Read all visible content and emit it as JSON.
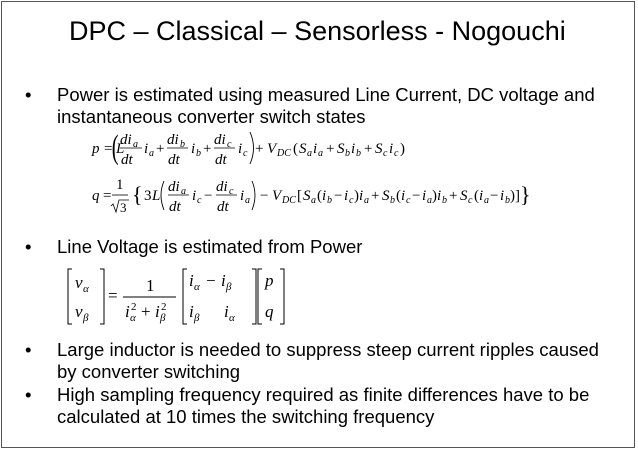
{
  "slide": {
    "title": "DPC – Classical – Sensorless - Nogouchi",
    "bullets": [
      "Power is estimated using measured Line Current,  DC voltage and instantaneous converter switch states",
      "Line Voltage is estimated from Power",
      "Large inductor is needed to suppress steep current ripples caused by converter switching",
      "High sampling frequency required as finite differences have to be calculated at 10 times the switching frequency"
    ],
    "bullet_char": "•"
  }
}
